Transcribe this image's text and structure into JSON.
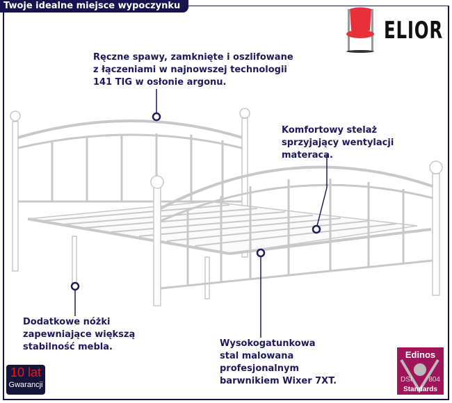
{
  "header": {
    "title": "Twoje idealne miejsce wypoczynku"
  },
  "brand": {
    "name": "ELIOR",
    "accent": "#e8303a"
  },
  "callouts": [
    {
      "text": "Ręczne spawy, zamknięte i oszlifowane\nz łączeniami w najnowszej technologii\n141 TIG w osłonie argonu."
    },
    {
      "text": "Komfortowy stelaż\nsprzyjający wentylacji\nmateraca."
    },
    {
      "text": "Dodatkowe nóżki\nzapewniające większą\nstabilność mebla."
    },
    {
      "text": "Wysokogatunkowa\nstal malowana\nprofesjonalnym\nbarwnikiem Wixer 7XT."
    }
  ],
  "warranty": {
    "years": "10 lat",
    "label": "Gwarancji"
  },
  "certificate": {
    "name": "Edinos",
    "left": "DSI",
    "right": "804",
    "bottom": "Standards"
  }
}
